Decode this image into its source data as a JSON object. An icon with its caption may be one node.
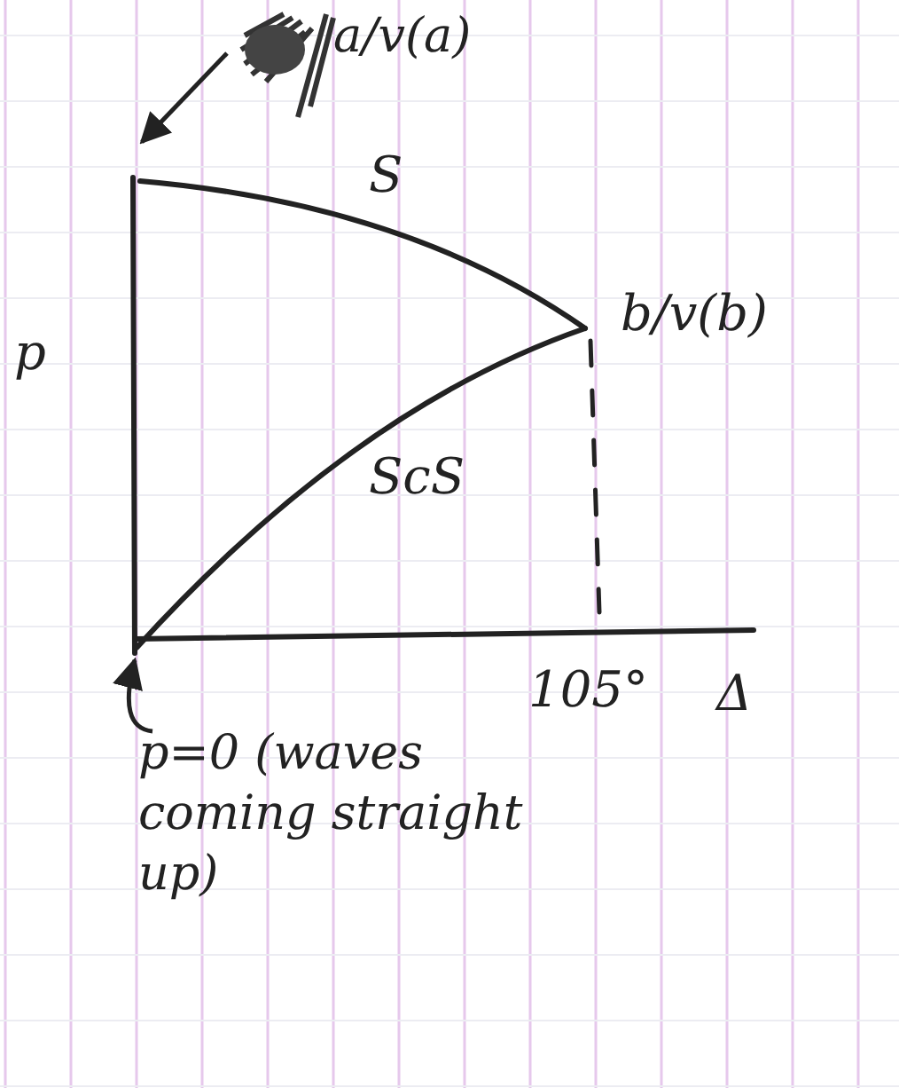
{
  "diagram": {
    "nodes": [
      {
        "text": [
          "a/v(a)"
        ]
      },
      {
        "text": [
          "p=0 (waves coming straight up)"
        ]
      }
    ],
    "edges": [
      {
        "from": 0,
        "to": null,
        "arrow": "to"
      },
      {
        "from": 1,
        "to": null,
        "arrow": "to"
      }
    ],
    "labels": [
      "S",
      "p",
      "b/v(b)",
      "ScS",
      "105°",
      "Δ"
    ]
  }
}
